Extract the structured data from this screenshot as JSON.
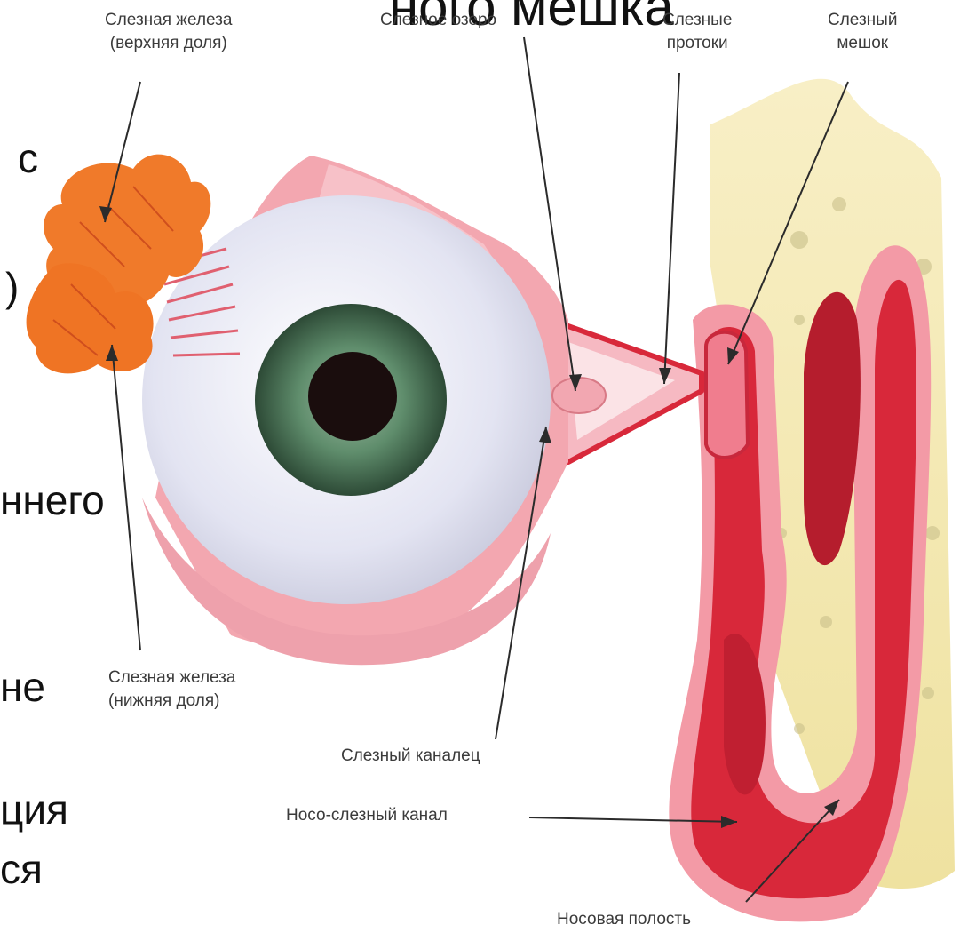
{
  "slide_title_fragment": "ного мешка",
  "slide_text_fragments": [
    "с",
    ")",
    "ннего",
    "не",
    "ция",
    "ся"
  ],
  "labels": {
    "gland_upper": [
      "Слезная железа",
      "(верхняя доля)"
    ],
    "lacrimal_lake": "Слезное озеро",
    "ducts": [
      "Слезные",
      "протоки"
    ],
    "sac": [
      "Слезный",
      "мешок"
    ],
    "gland_lower": [
      "Слезная железа",
      "(нижняя доля)"
    ],
    "canaliculus": "Слезный каналец",
    "nasolacrimal": "Носо-слезный канал",
    "nasal_cavity": "Носовая полость"
  },
  "colors": {
    "gland": "#f07a2a",
    "sclera": "#e6e7f3",
    "iris": "#5b8a6a",
    "tissue_pink": "#f4a3ad",
    "duct_red": "#d8283a",
    "bone_yellow": "#f2e6a6"
  }
}
